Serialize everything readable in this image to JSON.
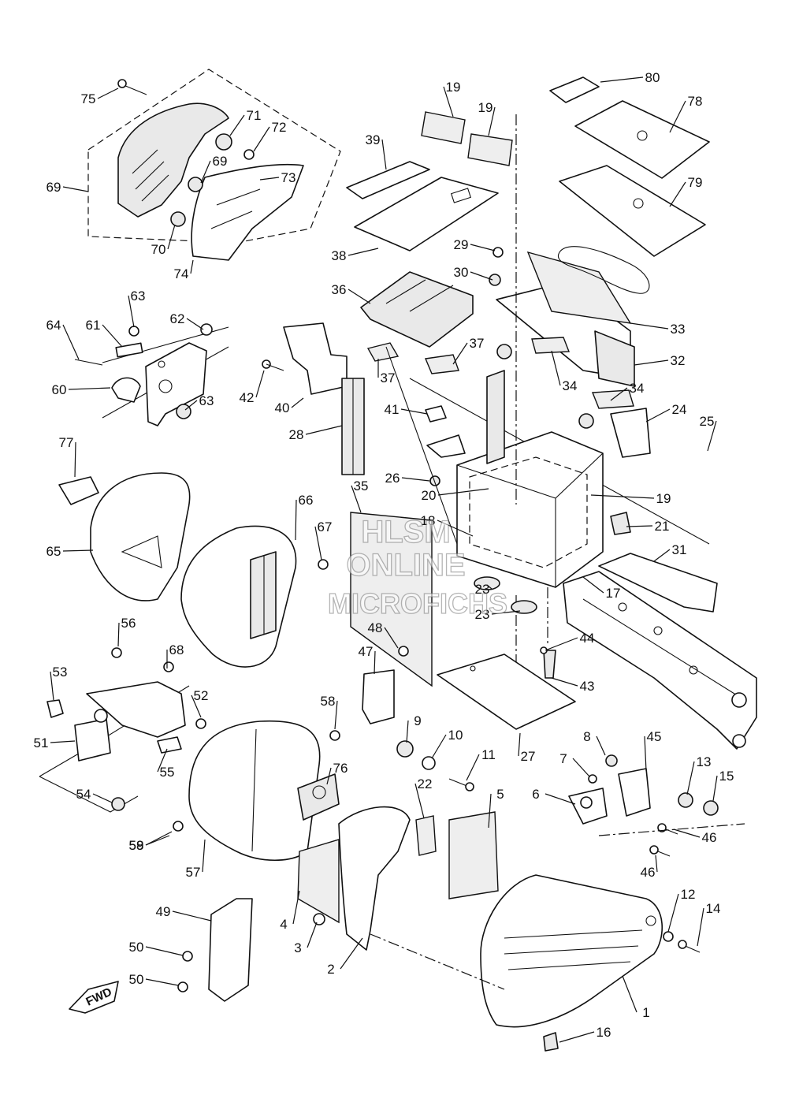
{
  "diagram": {
    "watermark": [
      "HLSM",
      "ONLINE",
      "MICROFICHS"
    ],
    "direction_marker": "FWD",
    "callouts": [
      "1",
      "2",
      "3",
      "4",
      "5",
      "6",
      "7",
      "8",
      "9",
      "10",
      "11",
      "12",
      "13",
      "14",
      "15",
      "16",
      "17",
      "18",
      "19",
      "19",
      "19",
      "20",
      "21",
      "22",
      "23",
      "23",
      "24",
      "25",
      "26",
      "27",
      "28",
      "29",
      "30",
      "31",
      "32",
      "33",
      "34",
      "34",
      "35",
      "36",
      "37",
      "37",
      "38",
      "39",
      "40",
      "41",
      "42",
      "43",
      "44",
      "45",
      "46",
      "46",
      "47",
      "48",
      "49",
      "50",
      "50",
      "51",
      "52",
      "53",
      "54",
      "55",
      "56",
      "57",
      "58",
      "58",
      "59",
      "60",
      "61",
      "62",
      "63",
      "63",
      "64",
      "65",
      "66",
      "67",
      "68",
      "69",
      "69",
      "70",
      "71",
      "72",
      "73",
      "74",
      "75",
      "76",
      "77",
      "78",
      "79",
      "80"
    ]
  }
}
